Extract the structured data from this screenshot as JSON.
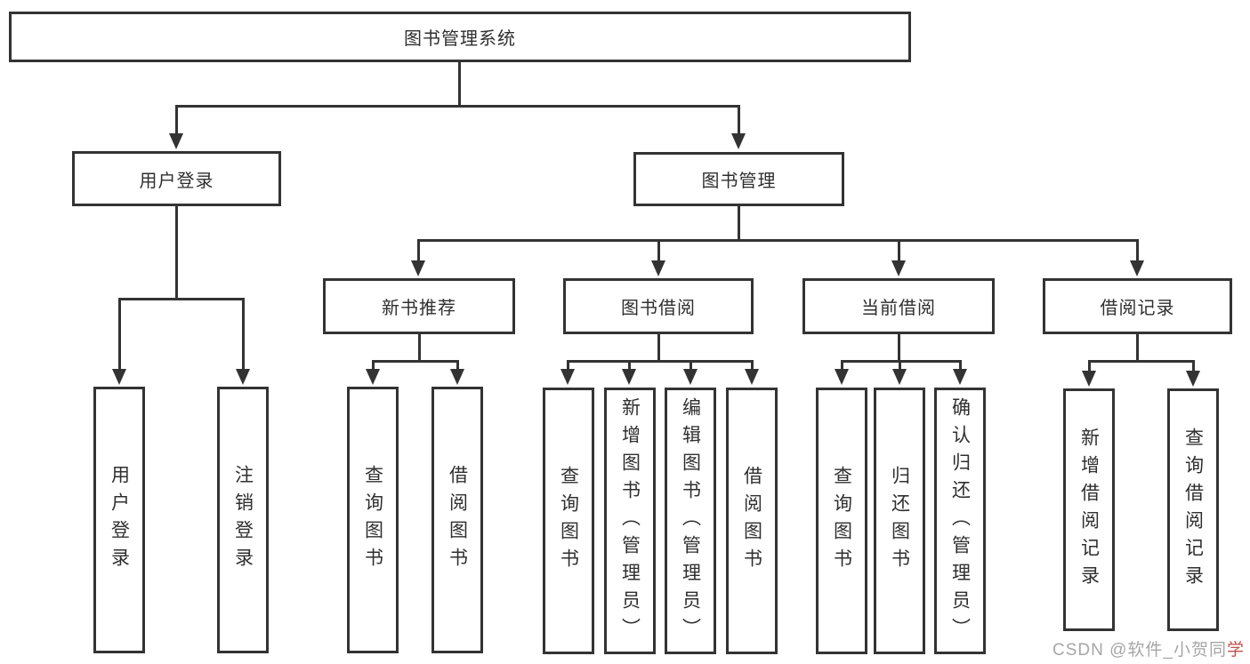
{
  "nodes": {
    "root": {
      "label": "图书管理系统"
    },
    "level2": [
      {
        "label": "用户登录"
      },
      {
        "label": "图书管理"
      }
    ],
    "level3": [
      {
        "label": "新书推荐"
      },
      {
        "label": "图书借阅"
      },
      {
        "label": "当前借阅"
      },
      {
        "label": "借阅记录"
      }
    ],
    "leaves": [
      {
        "label": "用户登录"
      },
      {
        "label": "注销登录"
      },
      {
        "label": "查询图书"
      },
      {
        "label": "借阅图书"
      },
      {
        "label": "查询图书"
      },
      {
        "label": "新增图书（管理员）"
      },
      {
        "label": "编辑图书（管理员）"
      },
      {
        "label": "借阅图书"
      },
      {
        "label": "查询图书"
      },
      {
        "label": "归还图书"
      },
      {
        "label": "确认归还（管理员）"
      },
      {
        "label": "新增借阅记录"
      },
      {
        "label": "查询借阅记录"
      }
    ]
  },
  "watermark": {
    "prefix": "CSDN @软件_小贺同",
    "suffix": "学"
  },
  "colors": {
    "line": "#333333",
    "text": "#2f2f2f",
    "background": "#ffffff",
    "watermark": "#a6a6a6",
    "watermark_accent": "#c0504d"
  }
}
